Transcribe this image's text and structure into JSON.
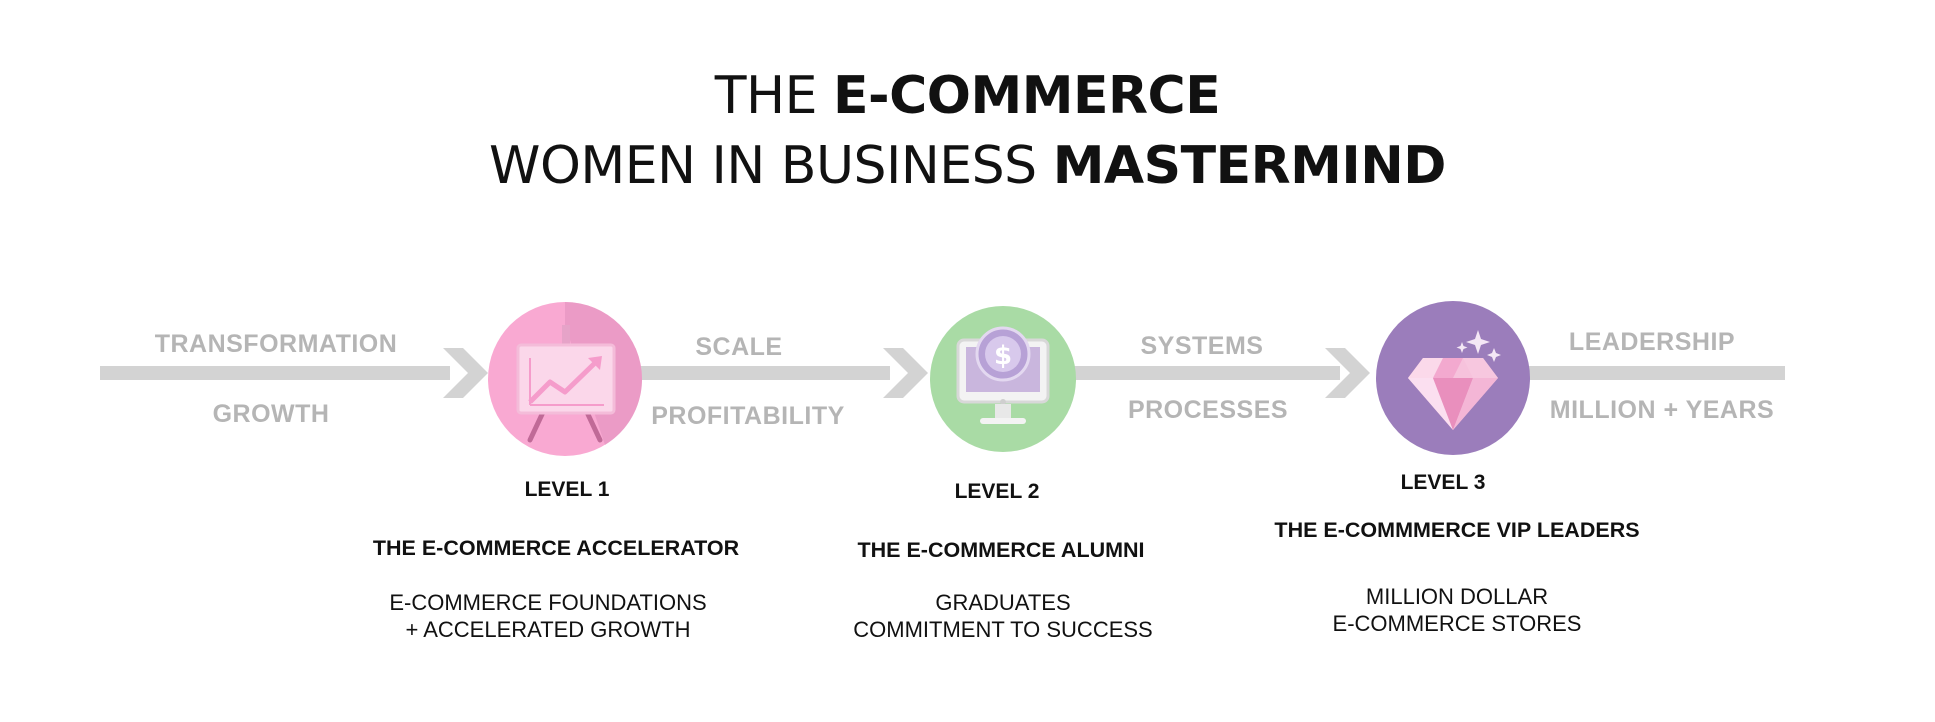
{
  "title": {
    "line1_prefix": "THE",
    "line1_bold": "E-COMMERCE",
    "line2_prefix": "WOMEN IN BUSINESS",
    "line2_bold": "MASTERMIND"
  },
  "arrow_labels": {
    "seg1_top": "TRANSFORMATION",
    "seg1_bottom": "GROWTH",
    "seg2_top": "SCALE",
    "seg2_bottom": "PROFITABILITY",
    "seg3_top": "SYSTEMS",
    "seg3_bottom": "PROCESSES",
    "seg4_top": "LEADERSHIP",
    "seg4_bottom": "MILLION + YEARS"
  },
  "levels": [
    {
      "level": "LEVEL 1",
      "name": "THE E-COMMERCE ACCELERATOR",
      "desc_line1": "E-COMMERCE FOUNDATIONS",
      "desc_line2": "+ ACCELERATED GROWTH",
      "icon": "presentation-chart-icon",
      "color": "#f9a9d2"
    },
    {
      "level": "LEVEL 2",
      "name": "THE E-COMMERCE ALUMNI",
      "desc_line1": "GRADUATES",
      "desc_line2": "COMMITMENT TO SUCCESS",
      "icon": "dollar-monitor-icon",
      "color": "#a9dba5"
    },
    {
      "level": "LEVEL 3",
      "name": "THE E-COMMMERCE VIP LEADERS",
      "desc_line1": "MILLION DOLLAR",
      "desc_line2": "E-COMMERCE STORES",
      "icon": "diamond-icon",
      "color": "#9b7dbb"
    }
  ],
  "colors": {
    "arrow": "#d3d3d3",
    "label": "#b5b5b5",
    "text": "#111111"
  }
}
